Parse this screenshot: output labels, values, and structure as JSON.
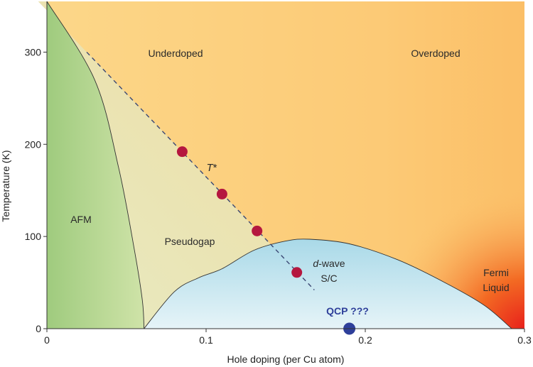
{
  "chart_data": {
    "type": "scatter",
    "title": "",
    "xlabel": "Hole doping (per Cu atom)",
    "ylabel": "Temperature (K)",
    "xlim": [
      0,
      0.3
    ],
    "ylim": [
      0,
      355
    ],
    "x_ticks": [
      {
        "value": 0,
        "label": "0"
      },
      {
        "value": 0.1,
        "label": "0.1"
      },
      {
        "value": 0.2,
        "label": "0.2"
      },
      {
        "value": 0.3,
        "label": "0.3"
      }
    ],
    "y_ticks": [
      {
        "value": 0,
        "label": "0"
      },
      {
        "value": 100,
        "label": "100"
      },
      {
        "value": 200,
        "label": "200"
      },
      {
        "value": 300,
        "label": "300"
      }
    ],
    "grid": false,
    "regions": [
      {
        "key": "afm",
        "label": "AFM",
        "color": "#a9cf86"
      },
      {
        "key": "pseudogap",
        "label": "Pseudogap",
        "color": "#e8e2b0"
      },
      {
        "key": "underdoped",
        "label": "Underdoped",
        "color": "#fdd384"
      },
      {
        "key": "overdoped",
        "label": "Overdoped",
        "color": "#fcc874"
      },
      {
        "key": "dwave",
        "label_prefix": "d",
        "label_suffix": "-wave",
        "label_line2": "S/C",
        "color": "#bfe2ec"
      },
      {
        "key": "fermi",
        "label_line1": "Fermi",
        "label_line2": "Liquid",
        "color": "#ef5a1c"
      }
    ],
    "afm_boundary": [
      [
        0,
        355
      ],
      [
        0.03,
        270
      ],
      [
        0.045,
        175
      ],
      [
        0.055,
        85
      ],
      [
        0.06,
        30
      ],
      [
        0.061,
        0
      ]
    ],
    "sc_dome": [
      [
        0.061,
        0
      ],
      [
        0.08,
        40
      ],
      [
        0.095,
        55
      ],
      [
        0.11,
        65
      ],
      [
        0.13,
        85
      ],
      [
        0.15,
        95
      ],
      [
        0.165,
        97
      ],
      [
        0.19,
        92
      ],
      [
        0.22,
        75
      ],
      [
        0.25,
        50
      ],
      [
        0.275,
        25
      ],
      [
        0.292,
        0
      ]
    ],
    "t_star_line": {
      "label_prefix": "T",
      "label_suffix": "*",
      "from": [
        0.025,
        300
      ],
      "to": [
        0.168,
        42
      ],
      "style": "dashed",
      "color": "#3b4874"
    },
    "t_star_points": {
      "color": "#b5173f",
      "points": [
        {
          "x": 0.085,
          "y": 192
        },
        {
          "x": 0.11,
          "y": 146
        },
        {
          "x": 0.132,
          "y": 106
        },
        {
          "x": 0.157,
          "y": 61
        }
      ]
    },
    "qcp": {
      "label": "QCP ???",
      "x": 0.19,
      "y": 0,
      "color": "#2e3f9a"
    }
  }
}
